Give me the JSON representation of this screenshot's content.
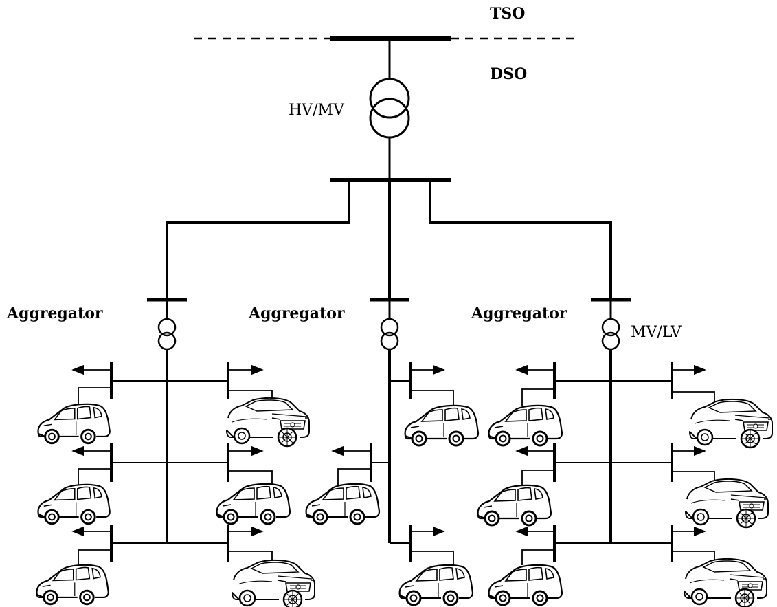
{
  "labels": {
    "tso": "TSO",
    "dso": "DSO",
    "hv_mv": "HV/MV",
    "mv_lv": "MV/LV",
    "aggregator_1": "Aggregator",
    "aggregator_2": "Aggregator",
    "aggregator_3": "Aggregator"
  },
  "vehicles": {
    "left_group": [
      "hatchback",
      "hatchback",
      "hatchback",
      "sedan",
      "hatchback",
      "sedan"
    ],
    "middle_group": [
      "hatchback",
      "hatchback",
      "hatchback"
    ],
    "right_group": [
      "hatchback",
      "hatchback",
      "hatchback",
      "sedan",
      "sedan",
      "sedan"
    ]
  }
}
